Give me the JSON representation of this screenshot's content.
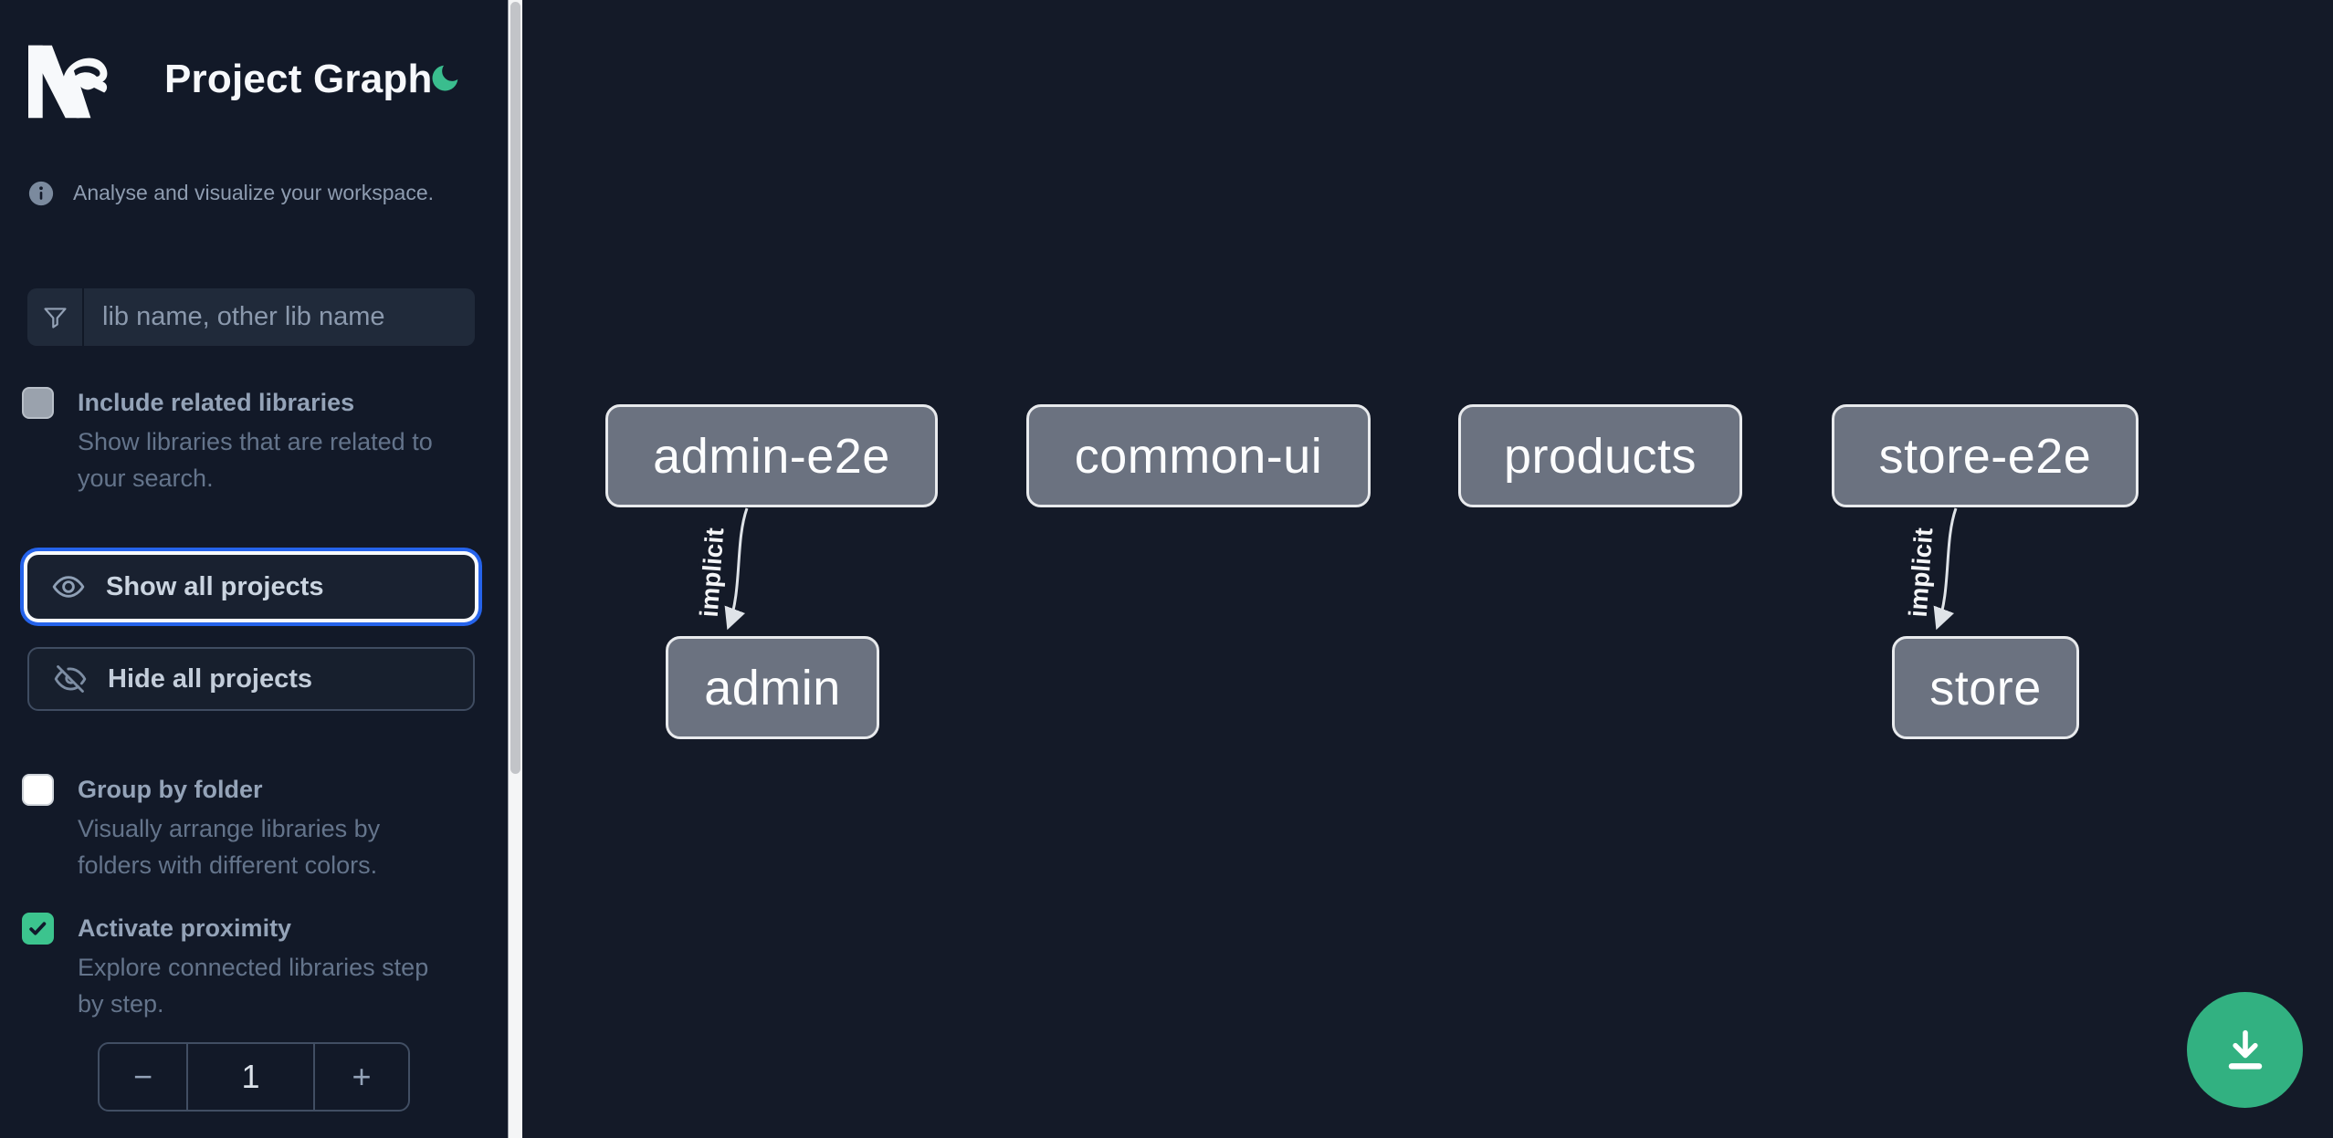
{
  "header": {
    "title": "Project Graph"
  },
  "sidebar": {
    "intro": "Analyse and visualize your workspace.",
    "filter_placeholder": "lib name, other lib name",
    "filter_value": "",
    "include_related": {
      "label": "Include related libraries",
      "description": "Show libraries that are related to\nyour search.",
      "checked": false
    },
    "show_all": "Show all projects",
    "hide_all": "Hide all projects",
    "group_by_folder": {
      "label": "Group by folder",
      "description": "Visually arrange libraries by\nfolders with different colors.",
      "checked": false
    },
    "activate_proximity": {
      "label": "Activate proximity",
      "description": "Explore connected libraries step\nby step.",
      "checked": true
    },
    "proximity": {
      "decrement": "−",
      "value": "1",
      "increment": "+"
    }
  },
  "graph": {
    "nodes": [
      {
        "id": "admin-e2e",
        "label": "admin-e2e"
      },
      {
        "id": "common-ui",
        "label": "common-ui"
      },
      {
        "id": "products",
        "label": "products"
      },
      {
        "id": "store-e2e",
        "label": "store-e2e"
      },
      {
        "id": "admin",
        "label": "admin"
      },
      {
        "id": "store",
        "label": "store"
      }
    ],
    "edges": [
      {
        "from": "admin-e2e",
        "to": "admin",
        "label": "implicit"
      },
      {
        "from": "store-e2e",
        "to": "store",
        "label": "implicit"
      }
    ]
  },
  "icons": {
    "logo": "nx-logo",
    "theme": "moon-icon",
    "intro": "info-icon",
    "filter": "funnel-icon",
    "show": "eye-icon",
    "hide": "eye-off-icon",
    "checked": "check-icon",
    "fab": "download-icon"
  },
  "colors": {
    "accent_green": "#3cc48e",
    "fab_green": "#32b181",
    "focus_ring_blue": "#2563eb",
    "node_fill": "#6b7280",
    "node_border": "#e8eaed",
    "sidebar_bg": "#121928",
    "canvas_bg": "#141a28"
  }
}
